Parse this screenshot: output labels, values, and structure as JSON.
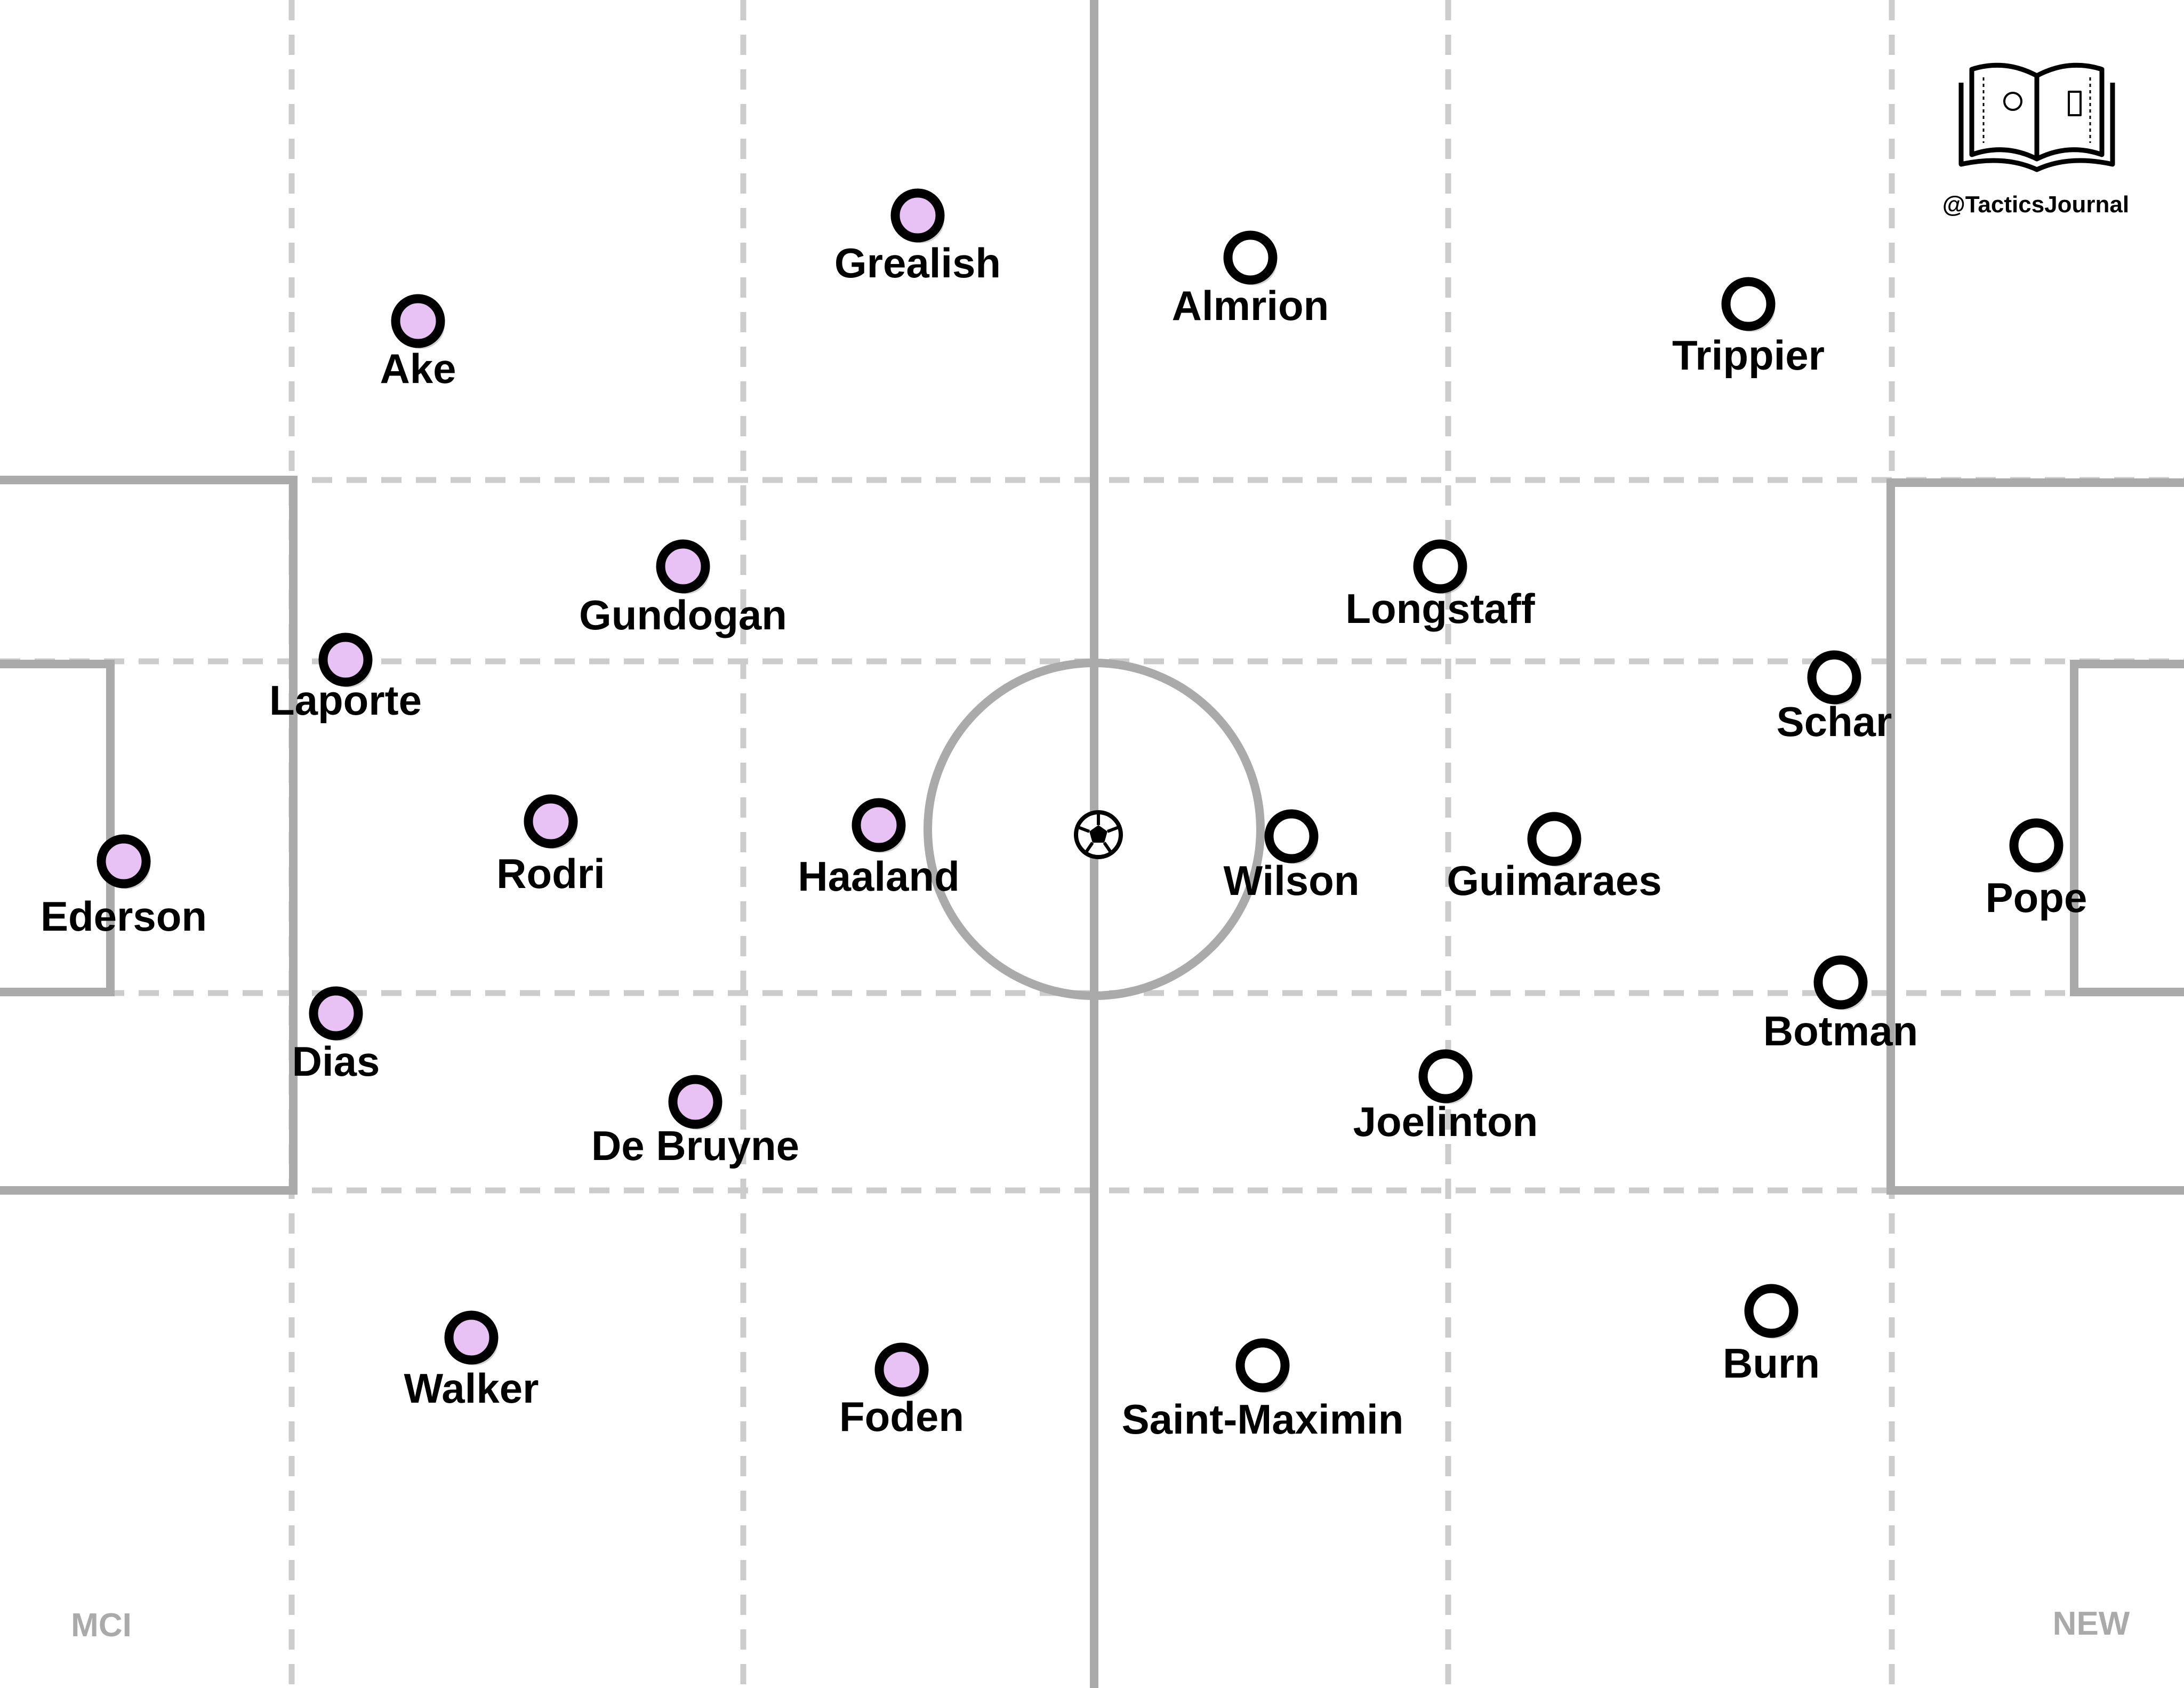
{
  "brand": {
    "handle": "@TacticsJournal",
    "logo_icon": "open-book-pitch-icon"
  },
  "teams": {
    "home": {
      "label": "MCI",
      "marker_color": "#e8c2f5"
    },
    "away": {
      "label": "NEW",
      "marker_color": "#ffffff"
    }
  },
  "colors": {
    "pitch_lines": "#aaaaaa",
    "zone_lines": "#cccccc",
    "team_label": "#aaaaaa",
    "marker_stroke": "#000000",
    "text": "#000000"
  },
  "ball_icon": "football-icon",
  "players": {
    "home": [
      {
        "name": "Ederson"
      },
      {
        "name": "Ake"
      },
      {
        "name": "Laporte"
      },
      {
        "name": "Dias"
      },
      {
        "name": "Walker"
      },
      {
        "name": "Grealish"
      },
      {
        "name": "Gundogan"
      },
      {
        "name": "Rodri"
      },
      {
        "name": "Haaland"
      },
      {
        "name": "De Bruyne"
      },
      {
        "name": "Foden"
      }
    ],
    "away": [
      {
        "name": "Almrion"
      },
      {
        "name": "Trippier"
      },
      {
        "name": "Longstaff"
      },
      {
        "name": "Schar"
      },
      {
        "name": "Wilson"
      },
      {
        "name": "Guimaraes"
      },
      {
        "name": "Pope"
      },
      {
        "name": "Botman"
      },
      {
        "name": "Joelinton"
      },
      {
        "name": "Saint-Maximin"
      },
      {
        "name": "Burn"
      }
    ]
  }
}
